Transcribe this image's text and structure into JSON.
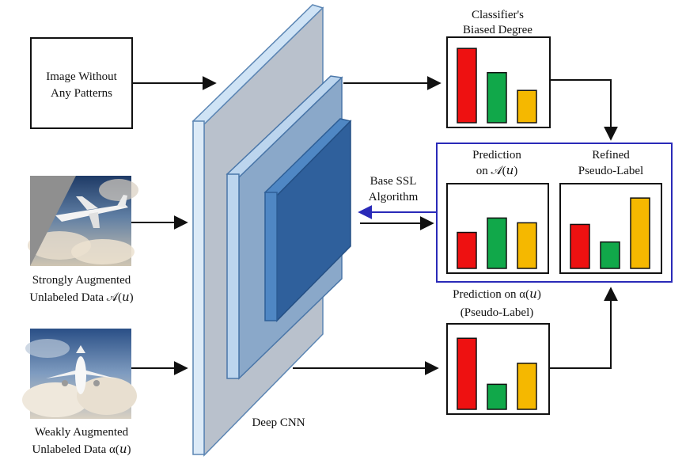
{
  "input_box": {
    "line1": "Image Without",
    "line2": "Any Patterns"
  },
  "strong": {
    "line1": "Strongly Augmented",
    "line2": "Unlabeled Data 𝒜(𝑢)"
  },
  "weak": {
    "line1": "Weakly Augmented",
    "line2": "Unlabeled Data α(𝑢)"
  },
  "cnn": {
    "label": "Deep CNN"
  },
  "ssl": {
    "line1": "Base SSL",
    "line2": "Algorithm"
  },
  "biased": {
    "line1": "Classifier's",
    "line2": "Biased Degree",
    "values": [
      0.92,
      0.62,
      0.4
    ]
  },
  "pred_a": {
    "line1": "Prediction",
    "line2": "on 𝒜(𝑢)",
    "values": [
      0.45,
      0.63,
      0.57
    ]
  },
  "refined": {
    "line1": "Refined",
    "line2": "Pseudo-Label",
    "values": [
      0.55,
      0.33,
      0.88
    ]
  },
  "pseudo": {
    "line1": "Prediction on α(𝑢)",
    "line2": "(Pseudo-Label)",
    "values": [
      0.88,
      0.31,
      0.57
    ]
  },
  "colors": {
    "red": "#ee1111",
    "green": "#11a84a",
    "amber": "#f5b800",
    "blue_frame": "#2a2ab8"
  }
}
